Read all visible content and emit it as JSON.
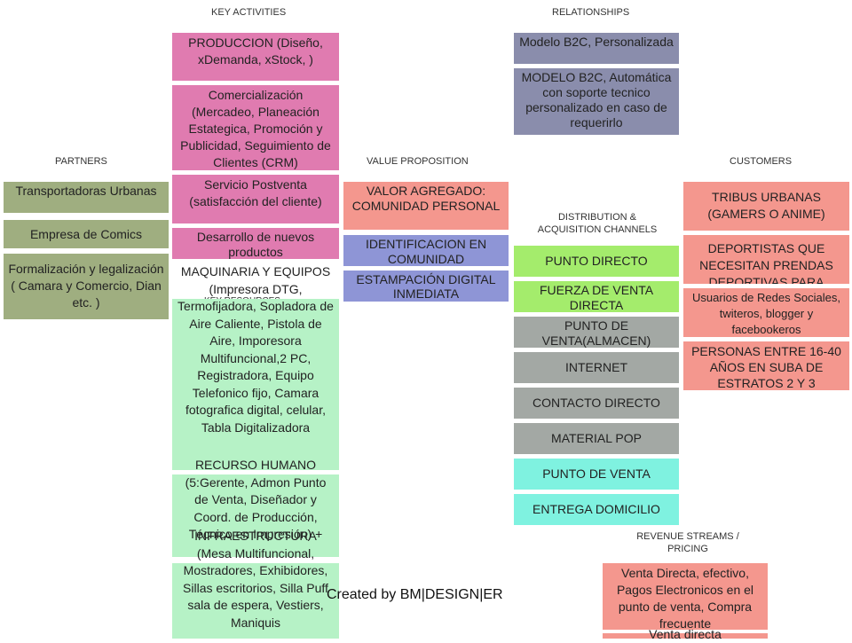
{
  "colors": {
    "key_activities": "#e07bb0",
    "relationships": "#8a8dac",
    "partners": "#9fae80",
    "value_proposition_salmon": "#f4978e",
    "value_proposition_blue": "#8e95d6",
    "key_resources": "#b6f2c6",
    "channels_green": "#a4ec6c",
    "channels_gray": "#a3a8a4",
    "channels_cyan": "#7ff2e0",
    "customers": "#f4978e",
    "revenue": "#f4978e"
  },
  "headers": {
    "key_activities": "KEY ACTIVITIES",
    "relationships": "RELATIONSHIPS",
    "partners": "PARTNERS",
    "value_proposition": "VALUE PROPOSITION",
    "customers": "CUSTOMERS",
    "channels": "DISTRIBUTION  &\nACQUISITION  CHANNELS",
    "key_resources": "KEY RESOURCES",
    "revenue": "REVENUE STREAMS /\nPRICING"
  },
  "key_activities": [
    "PRODUCCION (Diseño, xDemanda, xStock, )",
    "Comercialización (Mercadeo, Planeación Estategica, Promoción y Publicidad, Seguimiento de Clientes (CRM)",
    "Servicio Postventa (satisfacción del cliente)",
    "Desarrollo de nuevos productos"
  ],
  "relationships": [
    "Modelo B2C, Personalizada",
    "MODELO B2C, Automática con soporte tecnico personalizado en caso de requerirlo"
  ],
  "partners": [
    "Transportadoras Urbanas",
    "Empresa de Comics",
    "Formalización y legalización ( Camara y Comercio, Dian etc. )"
  ],
  "value_proposition": [
    "VALOR AGREGADO: COMUNIDAD PERSONAL",
    "IDENTIFICACION EN COMUNIDAD",
    "ESTAMPACIÓN DIGITAL INMEDIATA"
  ],
  "channels": [
    "PUNTO DIRECTO",
    "FUERZA DE VENTA DIRECTA",
    "PUNTO DE VENTA(ALMACEN)",
    "INTERNET",
    "CONTACTO DIRECTO",
    "MATERIAL POP",
    "PUNTO DE VENTA",
    "ENTREGA DOMICILIO"
  ],
  "customers": [
    "TRIBUS URBANAS (GAMERS O ANIME)",
    "DEPORTISTAS QUE NECESITAN PRENDAS DEPORTIVAS PARA",
    "Usuarios de Redes Sociales, twiteros, blogger y facebookeros",
    "PERSONAS ENTRE 16-40 AÑOS EN SUBA DE ESTRATOS 2 Y 3"
  ],
  "key_resources": [
    "MAQUINARIA Y EQUIPOS (Impresora DTG, Termofijadora, Sopladora de Aire Caliente, Pistola de Aire, Imporesora Multifuncional,2 PC, Registradora, Equipo Telefonico fijo, Camara fotografica digital, celular, Tabla Digitalizadora",
    "RECURSO HUMANO (5:Gerente, Admon Punto de Venta, Diseñador y Coord. de Producción, Técnico en Impresión) +",
    "INFRAESTRUCTURA (Mesa Multifuncional, Mostradores, Exhibidores, Sillas escritorios, Silla Puff sala de espera, Vestiers, Maniquis"
  ],
  "revenue": [
    "Venta Directa, efectivo, Pagos Electronicos en el punto de venta, Compra frecuente",
    "Venta directa"
  ],
  "footer": "Created by BM|DESIGN|ER"
}
